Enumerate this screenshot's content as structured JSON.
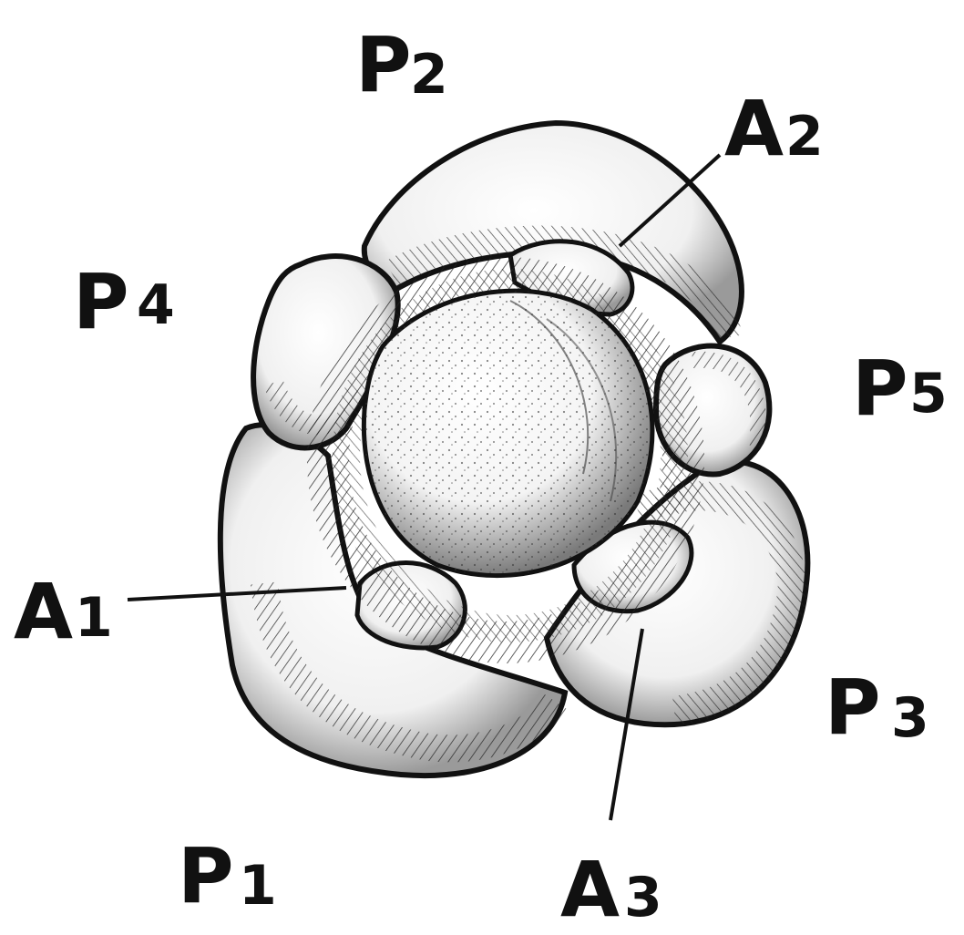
{
  "figure": {
    "labels": {
      "P1": {
        "letter": "P",
        "sub": "1"
      },
      "P2": {
        "letter": "P",
        "sub": "2"
      },
      "P3": {
        "letter": "P",
        "sub": "3"
      },
      "P4": {
        "letter": "P",
        "sub": "4"
      },
      "P5": {
        "letter": "P",
        "sub": "5"
      },
      "A1": {
        "letter": "A",
        "sub": "1"
      },
      "A2": {
        "letter": "A",
        "sub": "2"
      },
      "A3": {
        "letter": "A",
        "sub": "3"
      }
    },
    "colors": {
      "ink": "#111111",
      "paper": "#ffffff",
      "shade": "#cfcfcf"
    }
  }
}
